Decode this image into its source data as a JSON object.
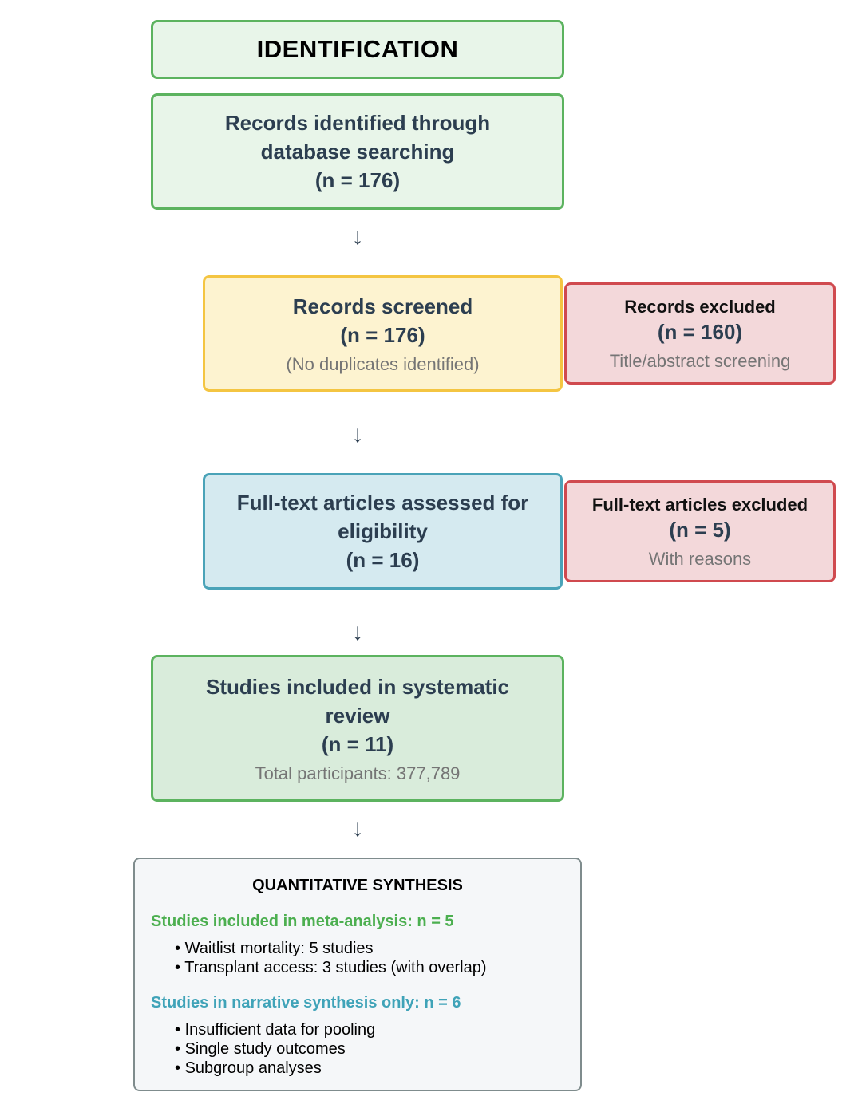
{
  "identification": {
    "label": "IDENTIFICATION"
  },
  "records_identified": {
    "line1": "Records identified through",
    "line2": "database searching",
    "n": "(n = 176)"
  },
  "records_screened": {
    "line1": "Records screened",
    "n": "(n = 176)",
    "note": "(No duplicates identified)"
  },
  "records_excluded": {
    "title": "Records excluded",
    "n": "(n = 160)",
    "note": "Title/abstract screening"
  },
  "fulltext_assessed": {
    "line1": "Full-text articles assessed for",
    "line2": "eligibility",
    "n": "(n = 16)"
  },
  "fulltext_excluded": {
    "title": "Full-text articles excluded",
    "n": "(n = 5)",
    "note": "With reasons"
  },
  "studies_included": {
    "line1": "Studies included in systematic",
    "line2": "review",
    "n": "(n = 11)",
    "note": "Total participants: 377,789"
  },
  "arrow_glyph": "↓",
  "synthesis": {
    "title": "QUANTITATIVE SYNTHESIS",
    "meta": {
      "heading": "Studies included in meta-analysis: n = 5",
      "items": [
        "Waitlist mortality: 5 studies",
        "Transplant access: 3 studies (with overlap)"
      ]
    },
    "narrative": {
      "heading": "Studies in narrative synthesis only: n = 6",
      "items": [
        "Insufficient data for pooling",
        "Single study outcomes",
        "Subgroup analyses"
      ]
    }
  },
  "colors": {
    "green_border": "#5cb35f",
    "yellow_border": "#f4c542",
    "blue_border": "#4aa3b8",
    "red_border": "#d04a4f",
    "meta_heading": "#4caf50",
    "narrative_heading": "#3fa3b8"
  }
}
